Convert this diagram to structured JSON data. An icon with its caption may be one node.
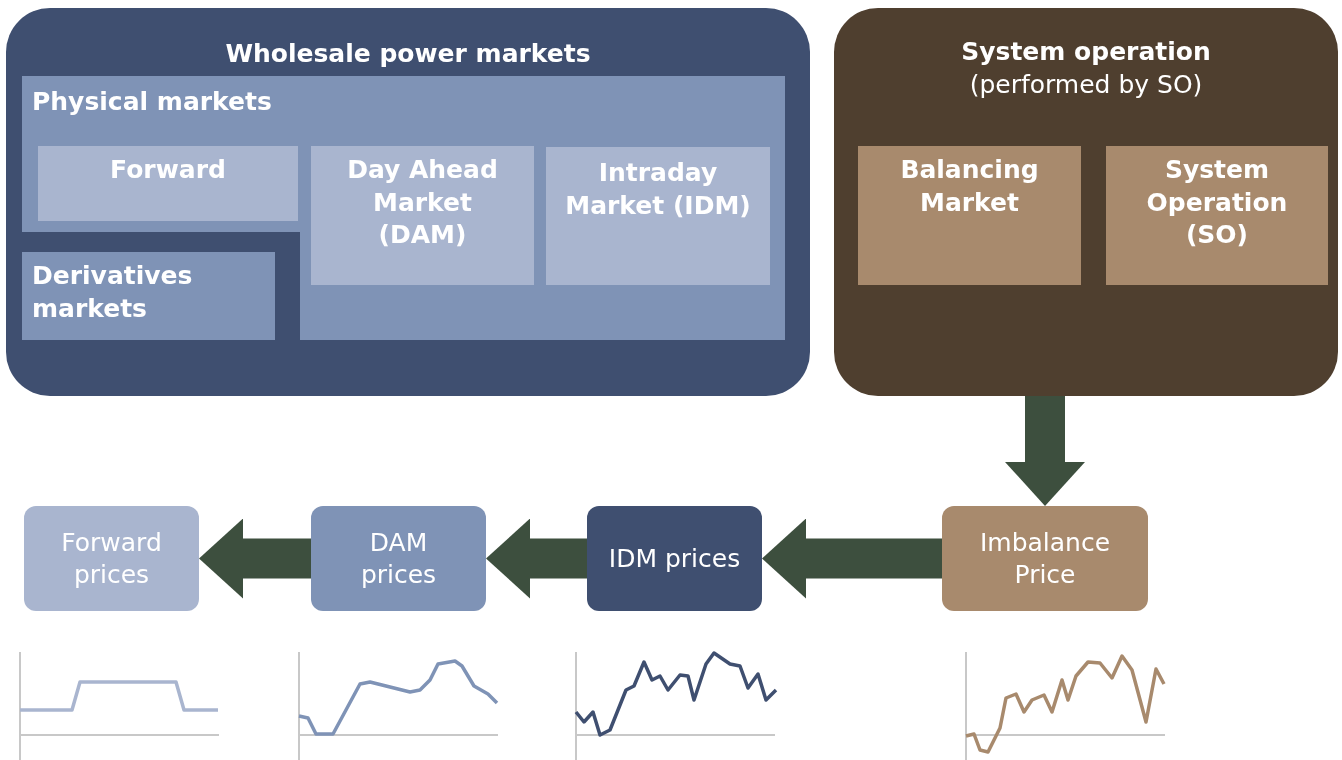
{
  "diagram": {
    "nodes": [
      {
        "text": [
          "Wholesale power markets"
        ]
      },
      {
        "text": [
          "Physical markets"
        ],
        "in": 0
      },
      {
        "text": [
          "Forward"
        ],
        "in": 1
      },
      {
        "text": [
          "Day Ahead Market (DAM)"
        ],
        "in": 1
      },
      {
        "text": [
          "Intraday Market (IDM)"
        ],
        "in": 1
      },
      {
        "text": [
          "Derivatives markets"
        ],
        "in": 0
      },
      {
        "text": [
          "System operation",
          "(performed by SO)"
        ]
      },
      {
        "text": [
          "Balancing Market"
        ],
        "in": 6
      },
      {
        "text": [
          "System Operation (SO)"
        ],
        "in": 6
      },
      {
        "text": [
          "Forward prices"
        ]
      },
      {
        "text": [
          "DAM prices"
        ]
      },
      {
        "text": [
          "IDM prices"
        ]
      },
      {
        "text": [
          "Imbalance Price"
        ]
      }
    ],
    "edges": [
      {
        "from": 6,
        "to": 12,
        "arrow": "to"
      },
      {
        "from": 12,
        "to": 11,
        "arrow": "to"
      },
      {
        "from": 11,
        "to": 10,
        "arrow": "to"
      },
      {
        "from": 10,
        "to": 9,
        "arrow": "to"
      }
    ]
  }
}
